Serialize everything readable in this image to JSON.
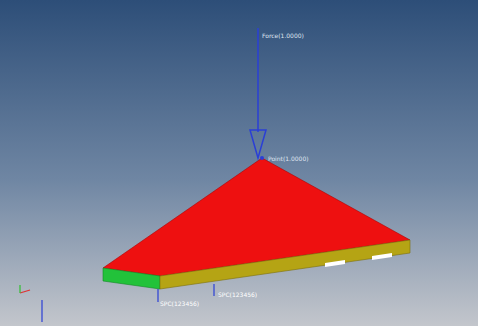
{
  "diagram": {
    "labels": [
      "Force(1.0000)",
      "Point(1.0000)",
      "SPC(123456)",
      "SPC(123456)"
    ]
  }
}
